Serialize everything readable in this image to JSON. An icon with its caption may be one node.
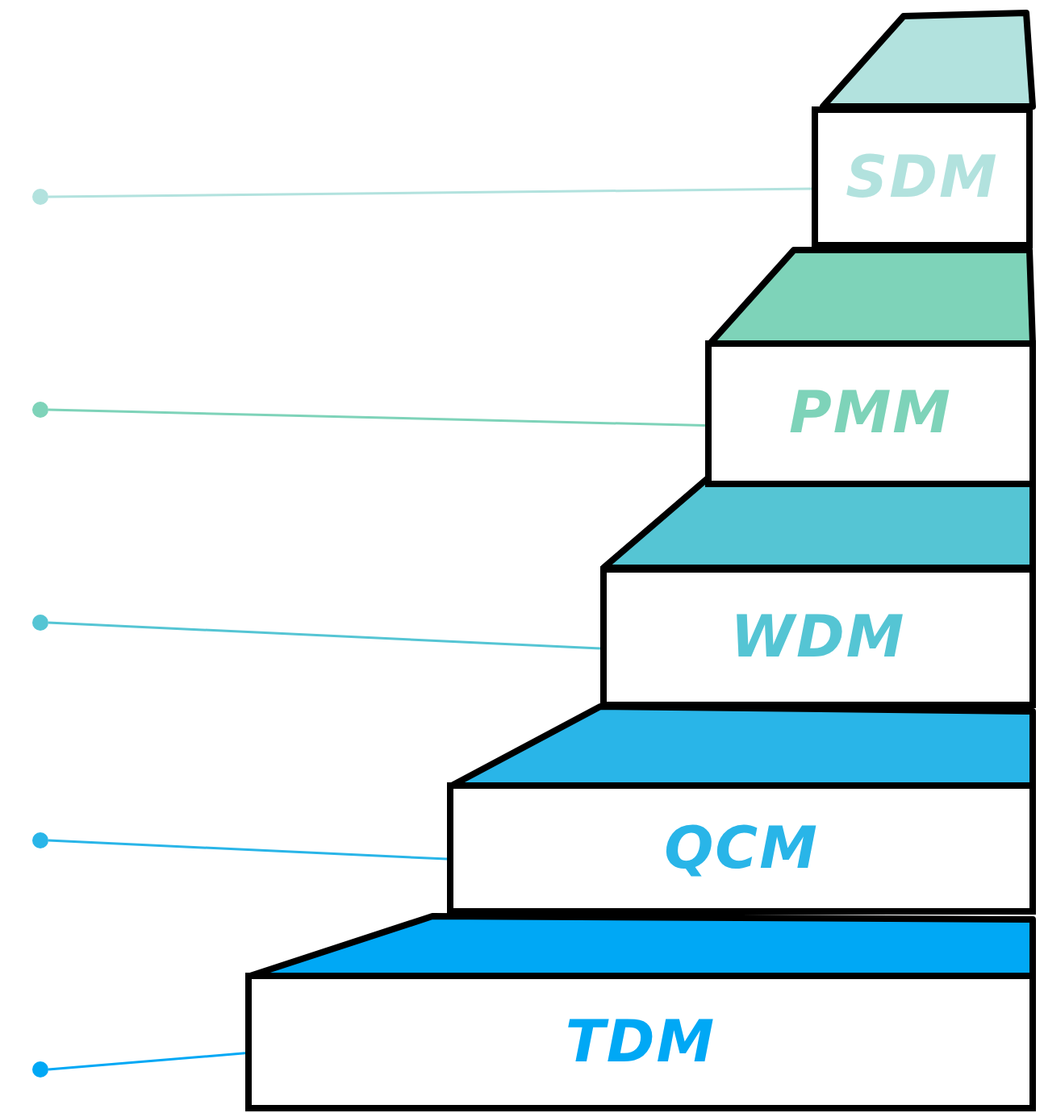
{
  "diagram": {
    "nodes": [
      {
        "text": [
          "SDM"
        ]
      },
      {
        "text": [
          "PMM"
        ]
      },
      {
        "text": [
          "WDM"
        ]
      },
      {
        "text": [
          "QCM"
        ]
      },
      {
        "text": [
          "TDM"
        ]
      },
      {
        "text": [],
        "shape": "circle"
      },
      {
        "text": [],
        "shape": "circle"
      },
      {
        "text": [],
        "shape": "circle"
      },
      {
        "text": [],
        "shape": "circle"
      },
      {
        "text": [],
        "shape": "circle"
      }
    ],
    "edges": [
      {
        "from": 5,
        "to": 0,
        "arrow": "none",
        "color": "#b2e2de"
      },
      {
        "from": 6,
        "to": 1,
        "arrow": "none",
        "color": "#7ed3b9"
      },
      {
        "from": 7,
        "to": 2,
        "arrow": "none",
        "color": "#55c5d4"
      },
      {
        "from": 8,
        "to": 3,
        "arrow": "none",
        "color": "#29b5e8"
      },
      {
        "from": 9,
        "to": 4,
        "arrow": "none",
        "color": "#00a8f5"
      }
    ]
  }
}
